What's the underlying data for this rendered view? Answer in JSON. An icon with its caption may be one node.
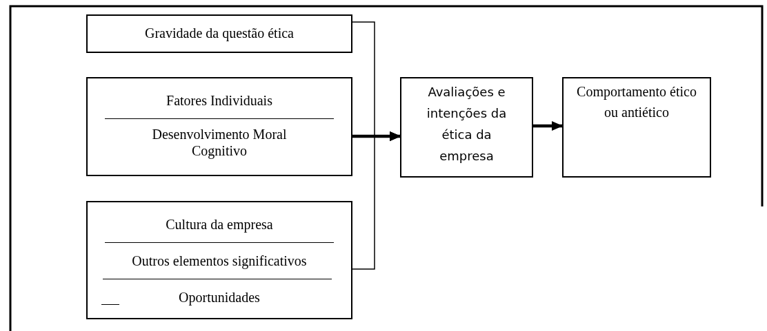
{
  "diagram": {
    "nodes": [
      {
        "text": [
          "Gravidade da questão ética"
        ]
      },
      {
        "text": [
          "Fatores Individuais",
          "Desenvolvimento Moral Cognitivo"
        ]
      },
      {
        "text": [
          "Cultura da empresa",
          "Outros elementos significativos",
          "Oportunidades"
        ]
      },
      {
        "text": [
          "Avaliações e intenções da ética da empresa"
        ]
      },
      {
        "text": [
          "Comportamento ético ou antiético"
        ]
      }
    ],
    "edges": [
      {
        "from": 0,
        "to": 3,
        "arrow": "to"
      },
      {
        "from": 1,
        "to": 3,
        "arrow": "to",
        "style": "thick"
      },
      {
        "from": 2,
        "to": 3,
        "arrow": "to"
      },
      {
        "from": 3,
        "to": 4,
        "arrow": "to",
        "style": "thick"
      }
    ]
  }
}
